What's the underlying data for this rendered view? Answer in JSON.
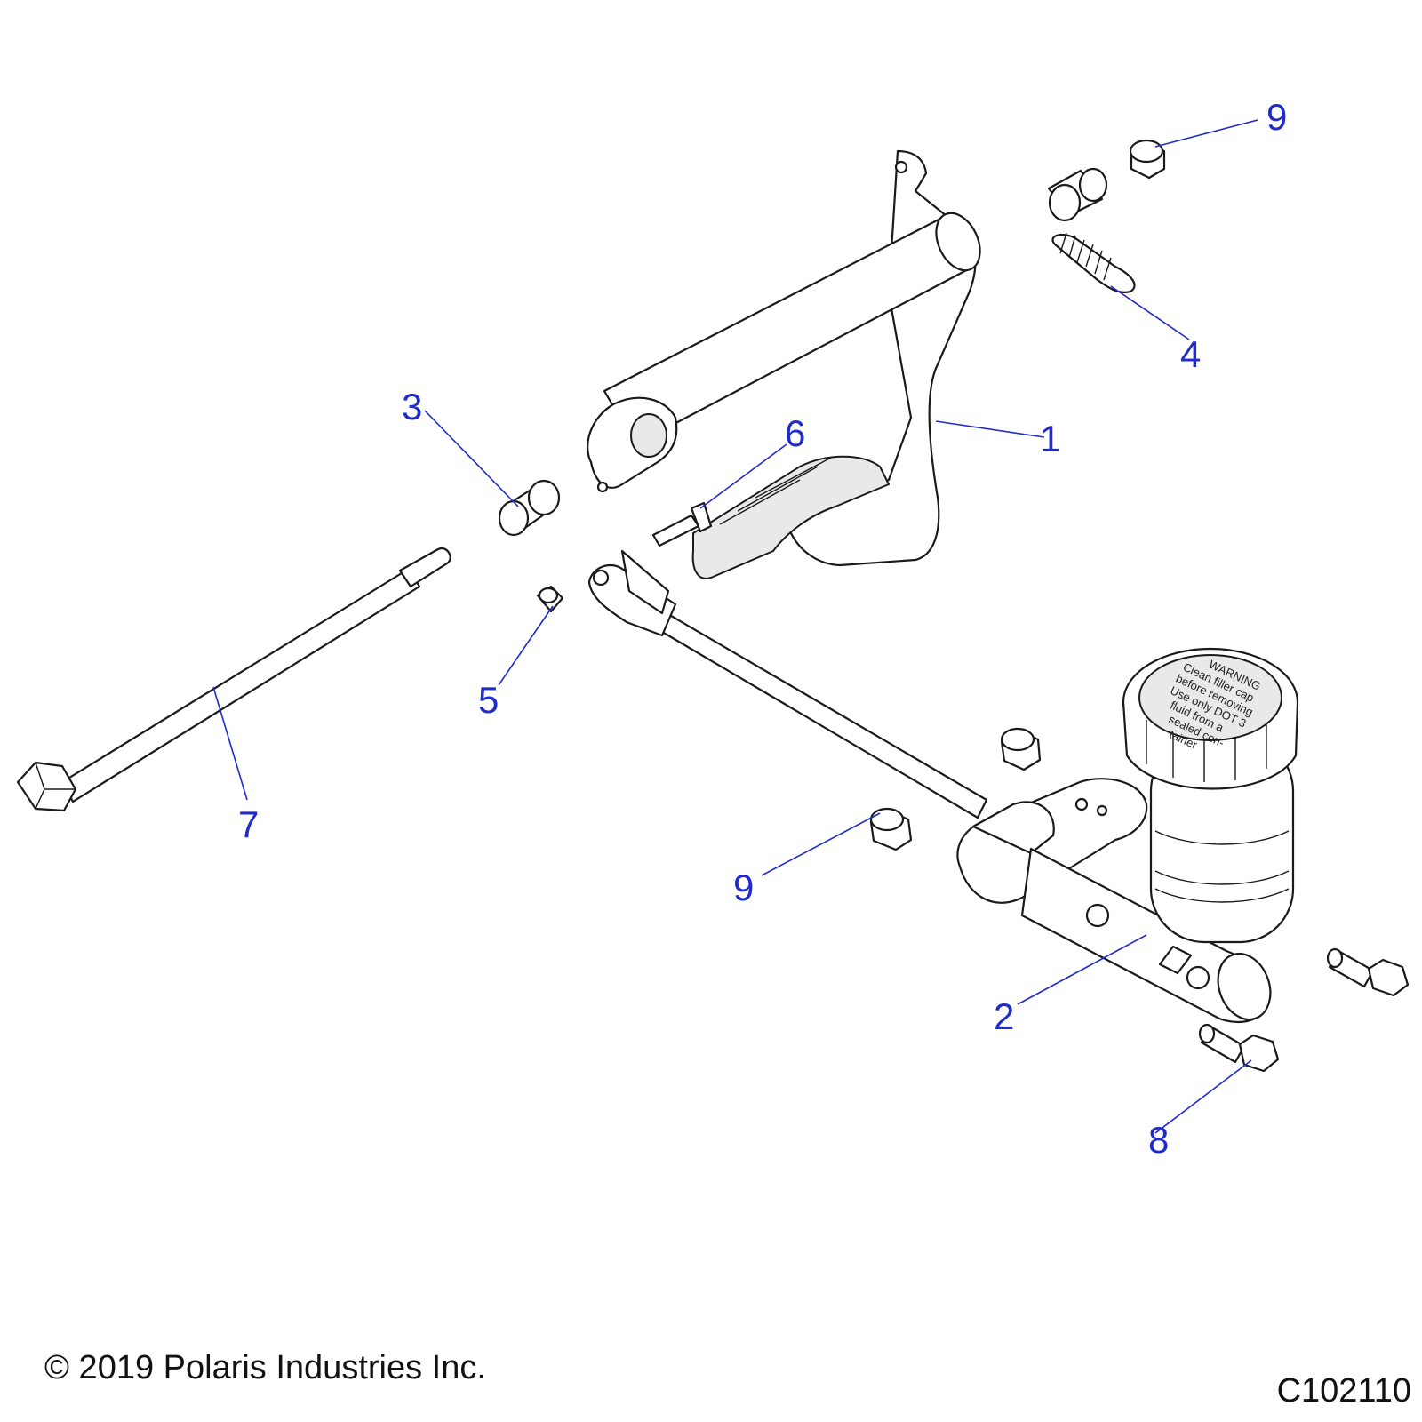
{
  "callouts": [
    {
      "id": "c1",
      "label": "1"
    },
    {
      "id": "c2",
      "label": "2"
    },
    {
      "id": "c3",
      "label": "3"
    },
    {
      "id": "c4",
      "label": "4"
    },
    {
      "id": "c5",
      "label": "5"
    },
    {
      "id": "c6",
      "label": "6"
    },
    {
      "id": "c7",
      "label": "7"
    },
    {
      "id": "c8",
      "label": "8"
    },
    {
      "id": "c9a",
      "label": "9"
    },
    {
      "id": "c9b",
      "label": "9"
    }
  ],
  "reservoir_cap_text": [
    "WARNING",
    "Clean filler cap",
    "before removing",
    "Use only DOT 3",
    "fluid from a",
    "sealed con-",
    "tainer"
  ],
  "copyright": "© 2019 Polaris Industries Inc.",
  "drawing_id": "C102110",
  "colors": {
    "callout": "#1f2bcc",
    "line": "#1a1a1a"
  }
}
